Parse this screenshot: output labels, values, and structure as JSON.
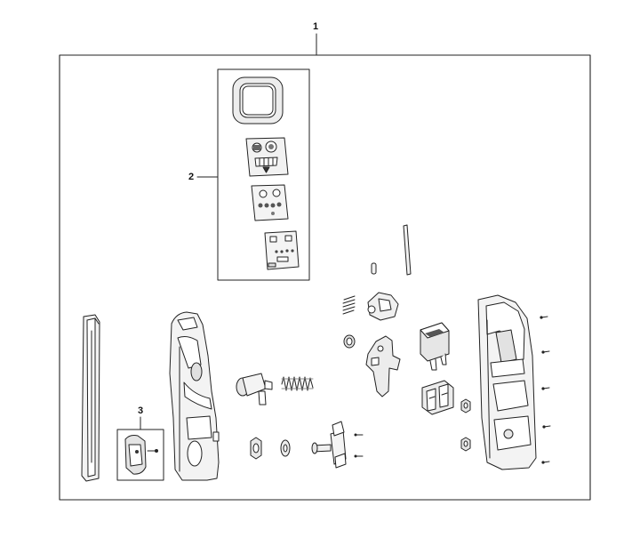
{
  "callouts": {
    "c1": "1",
    "c2": "2",
    "c3": "3"
  },
  "colors": {
    "line": "#222222",
    "part_fill": "#ffffff",
    "part_shade": "#e6e6e6",
    "part_dark": "#bdbdbd"
  }
}
